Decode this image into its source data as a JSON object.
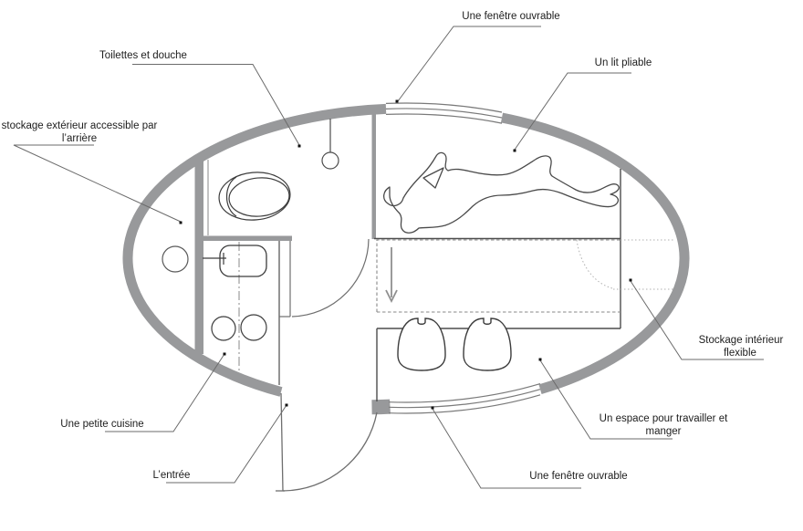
{
  "diagram": {
    "kind": "floor-plan",
    "shape": "oval-capsule"
  },
  "labels": {
    "window_top": {
      "text": "Une fenêtre ouvrable"
    },
    "toilet_shower": {
      "text": "Toilettes et douche"
    },
    "folding_bed": {
      "text": "Un lit pliable"
    },
    "exterior_storage": {
      "line1": "stockage extérieur accessible par",
      "line2": "l’arrière"
    },
    "kitchen": {
      "text": "Une petite cuisine"
    },
    "entrance": {
      "text": "L’entrée"
    },
    "window_bottom": {
      "text": "Une fenêtre ouvrable"
    },
    "work_eat": {
      "line1": "Un espace pour travailler et",
      "line2": "manger"
    },
    "interior_storage": {
      "line1": "Stockage intérieur",
      "line2": "flexible"
    }
  },
  "colors": {
    "background": "#ffffff",
    "wall_gray": "#98999b",
    "thin_line": "#4d4d4d",
    "leader_line": "#6b6b6b",
    "dashed_line": "#8a8a8a",
    "dotted_light": "#b0b0b0",
    "text": "#1d1d1d",
    "dot": "#111111"
  }
}
